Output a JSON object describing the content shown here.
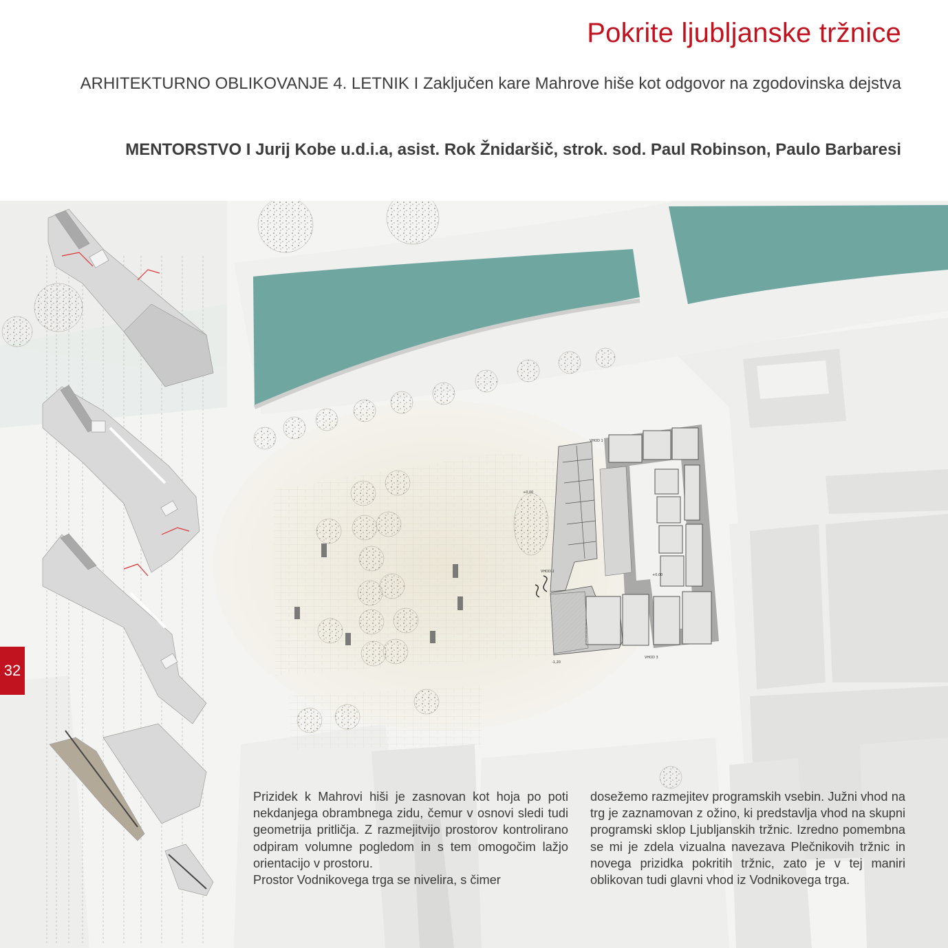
{
  "header": {
    "title": "Pokrite ljubljanske tržnice",
    "subtitle": "ARHITEKTURNO OBLIKOVANJE 4. LETNIK I Zaključen kare Mahrove hiše kot odgovor na zgodovinska dejstva",
    "mentors": "MENTORSTVO I Jurij Kobe u.d.i.a, asist. Rok Žnidaršič,  strok. sod. Paul Robinson, Paulo Barbaresi"
  },
  "page_number": "32",
  "plan_labels": {
    "entrance_1": "VHOD 1",
    "entrance_2": "VHOD 2",
    "entrance_3": "VHOD 3",
    "level_a": "+0,00",
    "level_b": "+0,00",
    "level_c": "-1,20"
  },
  "body": {
    "left_p1": "Prizidek k Mahrovi hiši je zasnovan kot hoja po poti nekdanjega obrambnega zidu, čemur v osnovi sledi tudi geometrija pritličja. Z razmejitvijo prostorov kontrolirano odpiram volumne pogledom in s tem omogočim lažjo orientacijo v prostoru.",
    "left_p2": "Prostor Vodnikovega trga se nivelira, s čimer",
    "right_p1": "dosežemo razmejitev programskih vsebin. Južni vhod na trg je zaznamovan z ožino, ki predstavlja vhod na skupni programski sklop Ljubljanskih tržnic. Izredno pomembna se mi je zdela vizualna navezava Plečnikovih tržnic in novega prizidka pokritih tržnic, zato je v tej maniri oblikovan tudi glavni vhod iz Vodnikovega trga."
  },
  "colors": {
    "accent": "#c1121f",
    "water": "#6fa6a0",
    "building_grey": "#d9d9d9",
    "wall_dark": "#5a5a5a"
  }
}
